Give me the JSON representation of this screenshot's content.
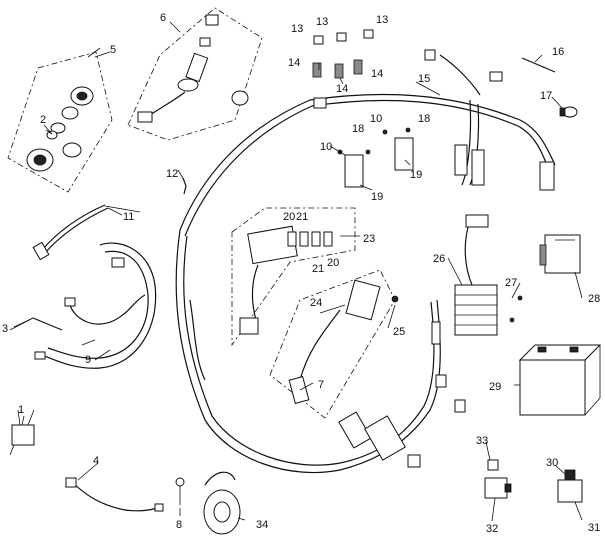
{
  "labels": [
    {
      "id": "1",
      "text": "1"
    },
    {
      "id": "2",
      "text": "2"
    },
    {
      "id": "3",
      "text": "3"
    },
    {
      "id": "4",
      "text": "4"
    },
    {
      "id": "5",
      "text": "5"
    },
    {
      "id": "6",
      "text": "6"
    },
    {
      "id": "7",
      "text": "7"
    },
    {
      "id": "8",
      "text": "8"
    },
    {
      "id": "9",
      "text": "9"
    },
    {
      "id": "10a",
      "text": "10"
    },
    {
      "id": "10b",
      "text": "10"
    },
    {
      "id": "11",
      "text": "11"
    },
    {
      "id": "12",
      "text": "12"
    },
    {
      "id": "13a",
      "text": "13"
    },
    {
      "id": "13b",
      "text": "13"
    },
    {
      "id": "13c",
      "text": "13"
    },
    {
      "id": "14a",
      "text": "14"
    },
    {
      "id": "14b",
      "text": "14"
    },
    {
      "id": "14c",
      "text": "14"
    },
    {
      "id": "15",
      "text": "15"
    },
    {
      "id": "16",
      "text": "16"
    },
    {
      "id": "17",
      "text": "17"
    },
    {
      "id": "18a",
      "text": "18"
    },
    {
      "id": "18b",
      "text": "18"
    },
    {
      "id": "19a",
      "text": "19"
    },
    {
      "id": "19b",
      "text": "19"
    },
    {
      "id": "20a",
      "text": "20"
    },
    {
      "id": "20b",
      "text": "20"
    },
    {
      "id": "21a",
      "text": "21"
    },
    {
      "id": "21b",
      "text": "21"
    },
    {
      "id": "23",
      "text": "23"
    },
    {
      "id": "24",
      "text": "24"
    },
    {
      "id": "25",
      "text": "25"
    },
    {
      "id": "26",
      "text": "26"
    },
    {
      "id": "27",
      "text": "27"
    },
    {
      "id": "28",
      "text": "28"
    },
    {
      "id": "29",
      "text": "29"
    },
    {
      "id": "30",
      "text": "30"
    },
    {
      "id": "31",
      "text": "31"
    },
    {
      "id": "32",
      "text": "32"
    },
    {
      "id": "33",
      "text": "33"
    },
    {
      "id": "34",
      "text": "34"
    }
  ]
}
